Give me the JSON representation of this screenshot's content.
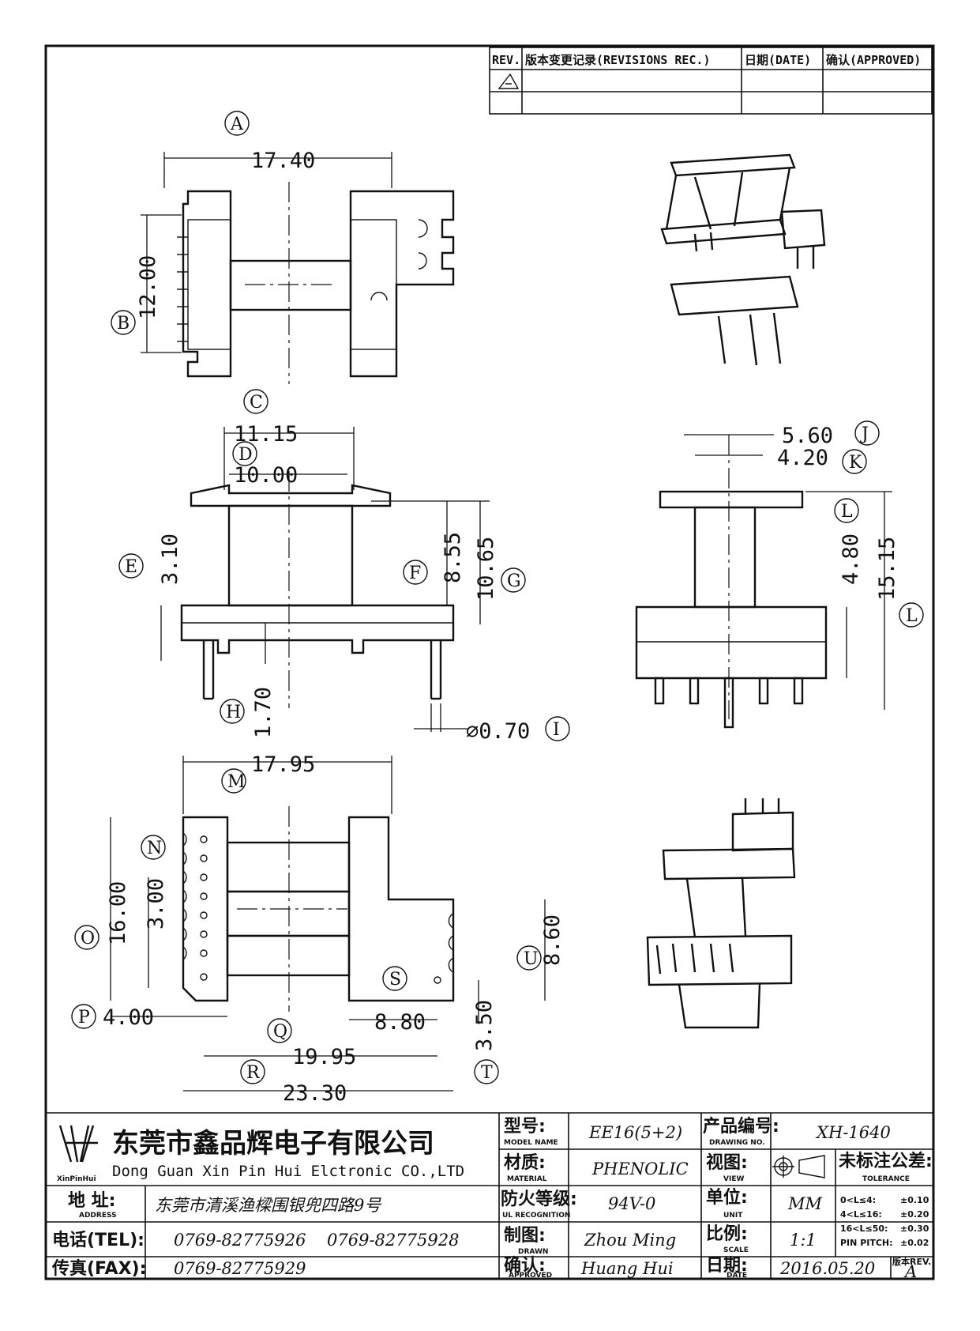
{
  "revision_table": {
    "headers": [
      "REV.",
      "版本变更记录(REVISIONS REC.)",
      "日期(DATE)",
      "确认(APPROVED)"
    ]
  },
  "view_labels": [
    "A",
    "B",
    "C",
    "D",
    "E",
    "F",
    "G",
    "H",
    "I",
    "J",
    "K",
    "L",
    "L",
    "M",
    "N",
    "O",
    "P",
    "Q",
    "R",
    "S",
    "T",
    "U"
  ],
  "dimensions": {
    "A": "17.40",
    "B": "12.00",
    "C": "11.15",
    "D": "10.00",
    "E": "3.10",
    "F": "8.55",
    "G": "10.65",
    "H": "1.70",
    "I": "⌀0.70",
    "J": "5.60",
    "K": "4.20",
    "L1": "4.80",
    "L2": "15.15",
    "M": "17.95",
    "N": "3.00",
    "O": "16.00",
    "P": "4.00",
    "Q": "8.80",
    "R": "19.95",
    "S": "23.30",
    "T": "3.50",
    "U": "8.60"
  },
  "title_block": {
    "company_cn": "东莞市鑫品辉电子有限公司",
    "company_en": "Dong Guan Xin Pin Hui Elctronic CO.,LTD",
    "logo_text": "XinPinHui",
    "address_label": "地 址:",
    "address_sub": "ADDRESS",
    "address": "东莞市清溪渔樑围银兜四路9号",
    "tel_label": "电话(TEL):",
    "tel1": "0769-82775926",
    "tel2": "0769-82775928",
    "fax_label": "传真(FAX):",
    "fax": "0769-82775929",
    "model_label": "型号:",
    "model_sub": "MODEL NAME",
    "model": "EE16(5+2)",
    "material_label": "材质:",
    "material_sub": "MATERIAL",
    "material": "PHENOLIC",
    "ul_label": "防火等级:",
    "ul_sub": "UL RECOGNITION",
    "ul": "94V-0",
    "drawn_label": "制图:",
    "drawn_sub": "DRAWN",
    "drawn": "Zhou Ming",
    "approved_label": "确认:",
    "approved_sub": "APPROVED",
    "approved": "Huang Hui",
    "drawing_no_label": "产品编号:",
    "drawing_no_sub": "DRAWING NO.",
    "drawing_no": "XH-1640",
    "view_label": "视图:",
    "view_sub": "VIEW",
    "unit_label": "单位:",
    "unit_sub": "UNIT",
    "unit": "MM",
    "scale_label": "比例:",
    "scale_sub": "SCALE",
    "scale": "1:1",
    "date_label": "日期:",
    "date_sub": "DATE",
    "date": "2016.05.20",
    "tolerance_label": "未标注公差:",
    "tolerance_sub": "TOLERANCE",
    "tolerance_rows": [
      [
        "0<L≤4:",
        "±0.10"
      ],
      [
        "4<L≤16:",
        "±0.20"
      ],
      [
        "16<L≤50:",
        "±0.30"
      ],
      [
        "PIN PITCH:",
        "±0.02"
      ]
    ],
    "version_label": "版本REV.",
    "version": "A"
  }
}
